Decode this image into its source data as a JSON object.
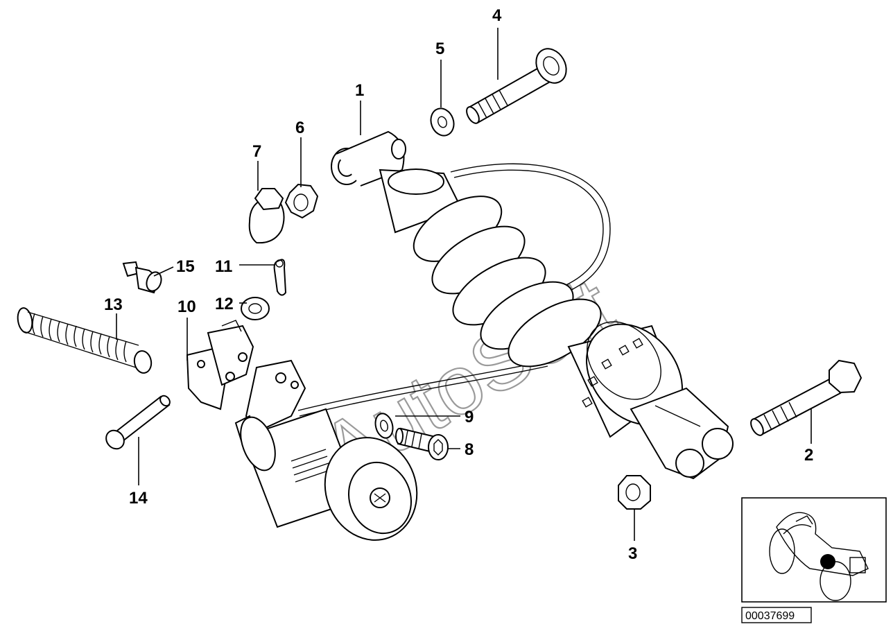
{
  "diagram": {
    "watermark": "AutoSoft",
    "catalog_number": "00037699",
    "callouts": [
      "1",
      "2",
      "3",
      "4",
      "5",
      "6",
      "7",
      "8",
      "9",
      "10",
      "11",
      "12",
      "13",
      "14",
      "15"
    ]
  }
}
